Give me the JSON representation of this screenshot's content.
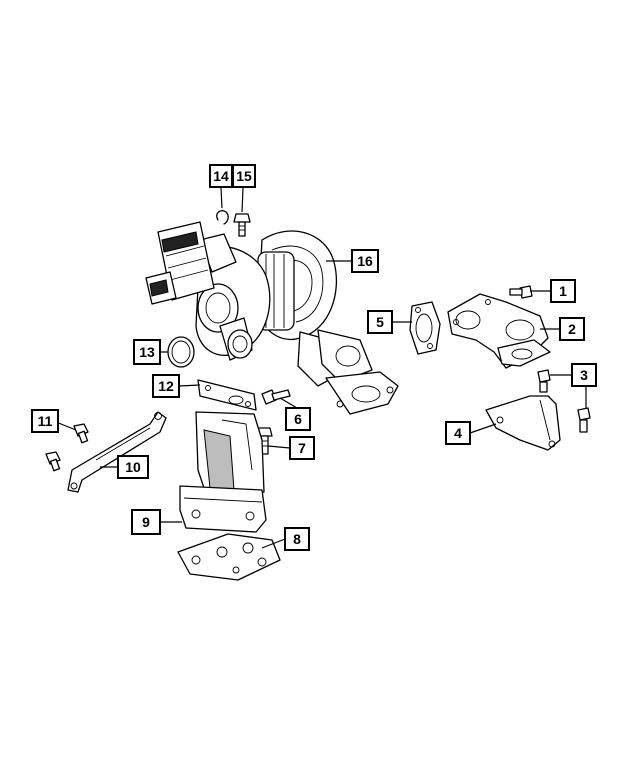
{
  "callouts": [
    {
      "id": "c1",
      "number": "1"
    },
    {
      "id": "c2",
      "number": "2"
    },
    {
      "id": "c3",
      "number": "3"
    },
    {
      "id": "c4",
      "number": "4"
    },
    {
      "id": "c5",
      "number": "5"
    },
    {
      "id": "c6",
      "number": "6"
    },
    {
      "id": "c7",
      "number": "7"
    },
    {
      "id": "c8",
      "number": "8"
    },
    {
      "id": "c9",
      "number": "9"
    },
    {
      "id": "c10",
      "number": "10"
    },
    {
      "id": "c11",
      "number": "11"
    },
    {
      "id": "c12",
      "number": "12"
    },
    {
      "id": "c13",
      "number": "13"
    },
    {
      "id": "c14",
      "number": "14"
    },
    {
      "id": "c15",
      "number": "15"
    },
    {
      "id": "c16",
      "number": "16"
    }
  ],
  "colors": {
    "line": "#000000",
    "background": "#ffffff",
    "shade": "#bdbdbd"
  }
}
